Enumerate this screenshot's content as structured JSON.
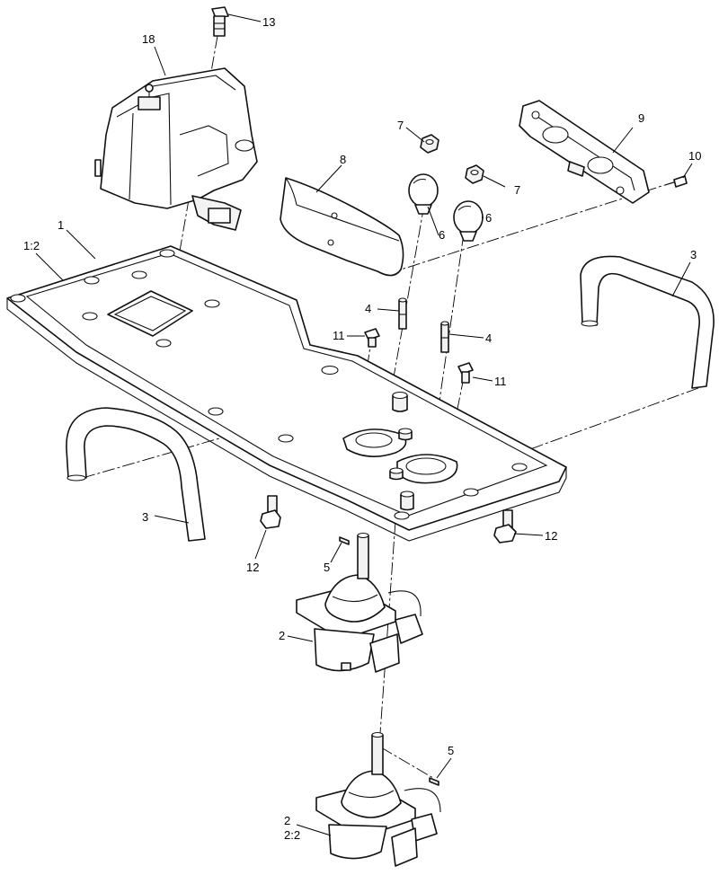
{
  "diagram": {
    "callouts": {
      "c1": "1",
      "c1_2": "1:2",
      "c2a": "2",
      "c2b": "2",
      "c2_2": "2:2",
      "c3a": "3",
      "c3b": "3",
      "c4a": "4",
      "c4b": "4",
      "c5a": "5",
      "c5b": "5",
      "c6a": "6",
      "c6b": "6",
      "c7a": "7",
      "c7b": "7",
      "c8": "8",
      "c9": "9",
      "c10": "10",
      "c11a": "11",
      "c11b": "11",
      "c12a": "12",
      "c12b": "12",
      "c13": "13",
      "c18": "18"
    }
  }
}
